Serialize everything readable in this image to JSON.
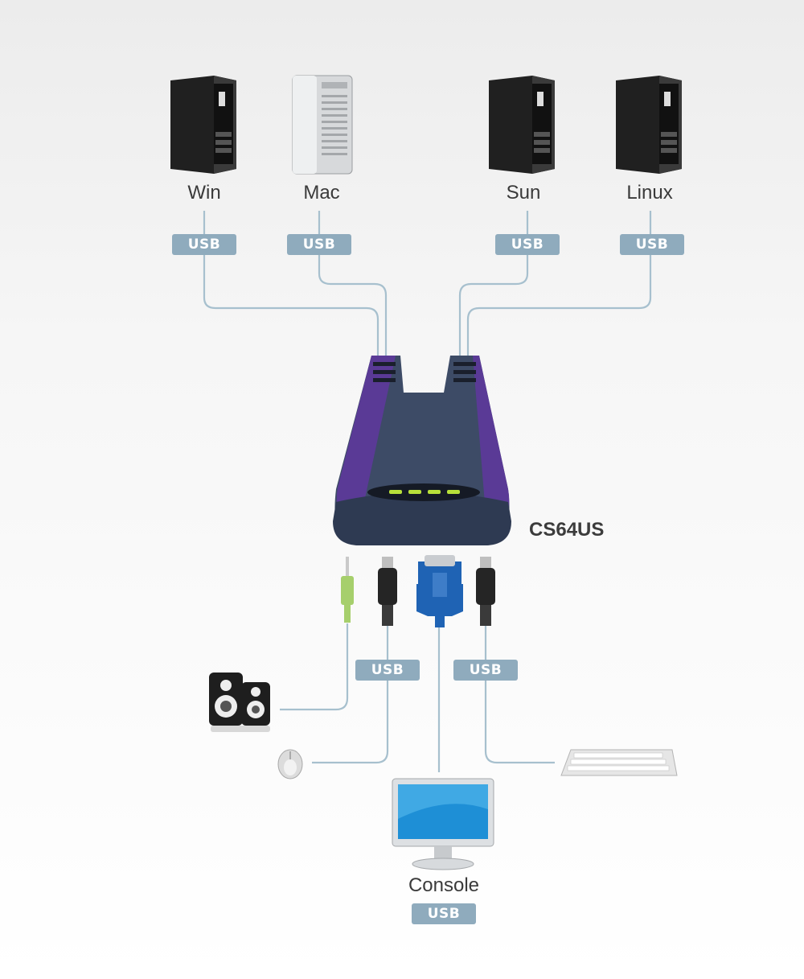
{
  "computers": [
    {
      "label": "Win",
      "badge": "USB",
      "style": "black"
    },
    {
      "label": "Mac",
      "badge": "USB",
      "style": "silver"
    },
    {
      "label": "Sun",
      "badge": "USB",
      "style": "black"
    },
    {
      "label": "Linux",
      "badge": "USB",
      "style": "black"
    }
  ],
  "switch": {
    "model": "CS64US"
  },
  "console_cables": [
    {
      "badge": "USB"
    },
    {
      "badge": "USB"
    }
  ],
  "console": {
    "label": "Console",
    "badge": "USB"
  },
  "colors": {
    "wire": "#a7c0ce",
    "badge": "#8fabbd",
    "switch_body": "#3d4b66",
    "switch_accent": "#5a3a96",
    "led": "#b8e03a",
    "vga": "#1f63b4",
    "audio": "#a6cf6c"
  }
}
